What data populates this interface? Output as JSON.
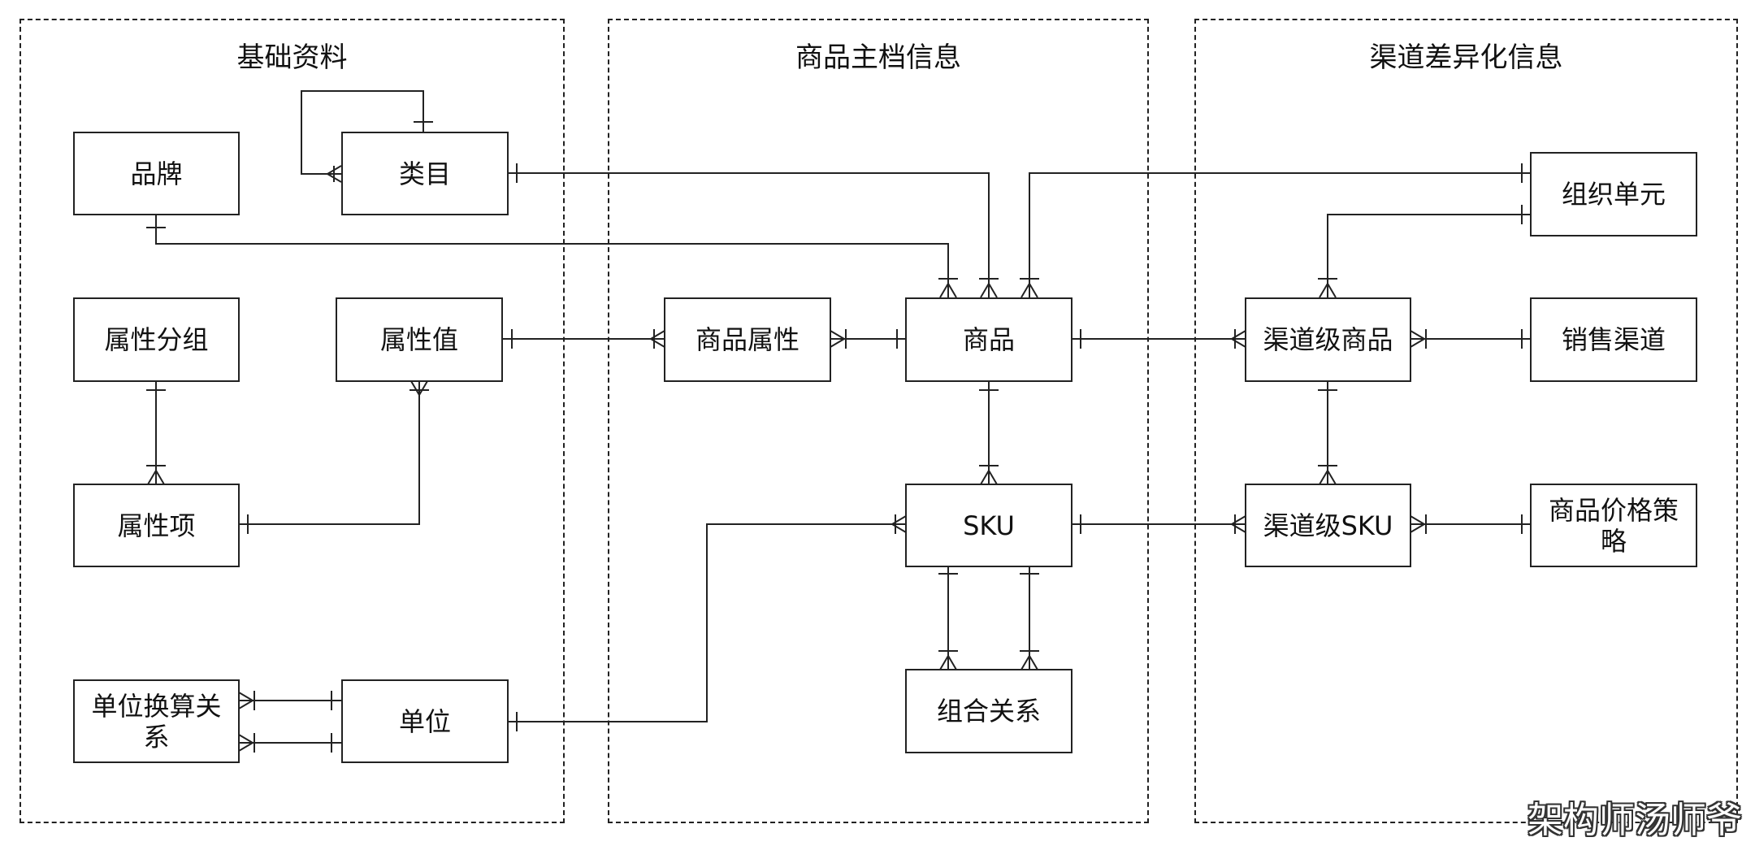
{
  "sections": {
    "basic": "基础资料",
    "master": "商品主档信息",
    "channel": "渠道差异化信息"
  },
  "entities": {
    "brand": "品牌",
    "category": "类目",
    "attr_group": "属性分组",
    "attr_value": "属性值",
    "attr_item": "属性项",
    "unit_conv": "单位换算关系",
    "unit": "单位",
    "product_attr": "商品属性",
    "product": "商品",
    "sku": "SKU",
    "combo": "组合关系",
    "org_unit": "组织单元",
    "channel_product": "渠道级商品",
    "sales_channel": "销售渠道",
    "channel_sku": "渠道级SKU",
    "price_strategy": "商品价格策略"
  },
  "watermark": "架构师汤师爷"
}
